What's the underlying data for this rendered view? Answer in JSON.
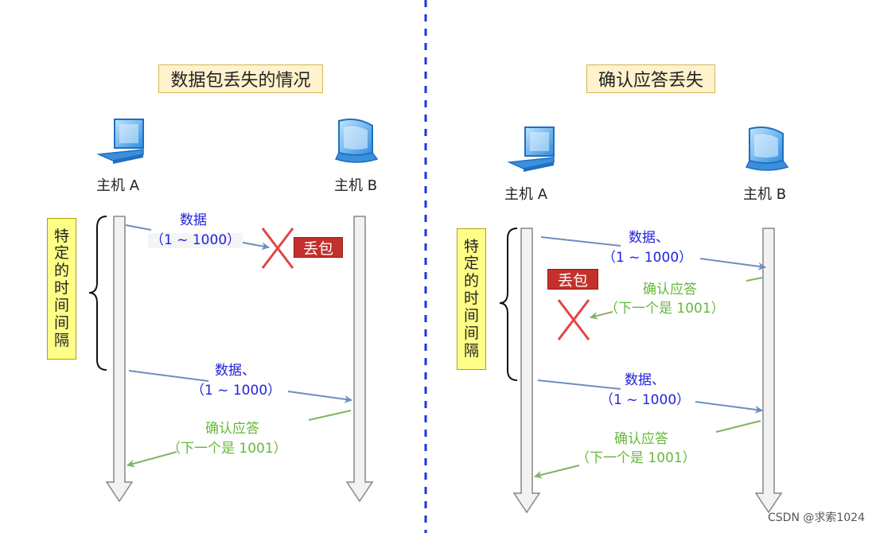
{
  "left_panel": {
    "title": "数据包丢失的情况",
    "host_a": "主机 A",
    "host_b": "主机 B",
    "interval_chars": [
      "特",
      "定",
      "的",
      "时",
      "间",
      "间",
      "隔"
    ],
    "msg1_line1": "数据",
    "msg1_line2": "（1 ~ 1000）",
    "loss_badge": "丢包",
    "msg2_line1": "数据、",
    "msg2_line2": "（1 ~ 1000）",
    "ack_line1": "确认应答",
    "ack_line2": "（下一个是 1001）"
  },
  "right_panel": {
    "title": "确认应答丢失",
    "host_a": "主机 A",
    "host_b": "主机 B",
    "interval_chars": [
      "特",
      "定",
      "的",
      "时",
      "间",
      "间",
      "隔"
    ],
    "msg1_line1": "数据、",
    "msg1_line2": "（1 ~ 1000）",
    "loss_badge": "丢包",
    "ack1_line1": "确认应答",
    "ack1_line2": "（下一个是 1001）",
    "msg2_line1": "数据、",
    "msg2_line2": "（1 ~ 1000）",
    "ack2_line1": "确认应答",
    "ack2_line2": "（下一个是 1001）"
  },
  "watermark": "CSDN @求索1024",
  "colors": {
    "data_arrow": "#6c8ebf",
    "ack_arrow": "#82b366",
    "loss_x": "#e04545",
    "divider": "#1a33e6"
  }
}
